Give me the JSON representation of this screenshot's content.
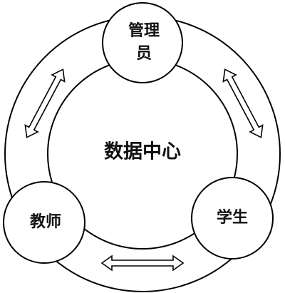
{
  "center": {
    "label": "数据中心"
  },
  "nodes": {
    "admin": {
      "line1": "管理",
      "line2": "员"
    },
    "teacher": {
      "label": "教师"
    },
    "student": {
      "label": "学生"
    }
  },
  "connections": [
    {
      "from": "admin",
      "to": "teacher",
      "type": "bidirectional-arrow"
    },
    {
      "from": "admin",
      "to": "student",
      "type": "bidirectional-arrow"
    },
    {
      "from": "teacher",
      "to": "student",
      "type": "bidirectional-arrow"
    }
  ],
  "colors": {
    "stroke": "#000000",
    "fill": "#ffffff",
    "text": "#111111"
  }
}
